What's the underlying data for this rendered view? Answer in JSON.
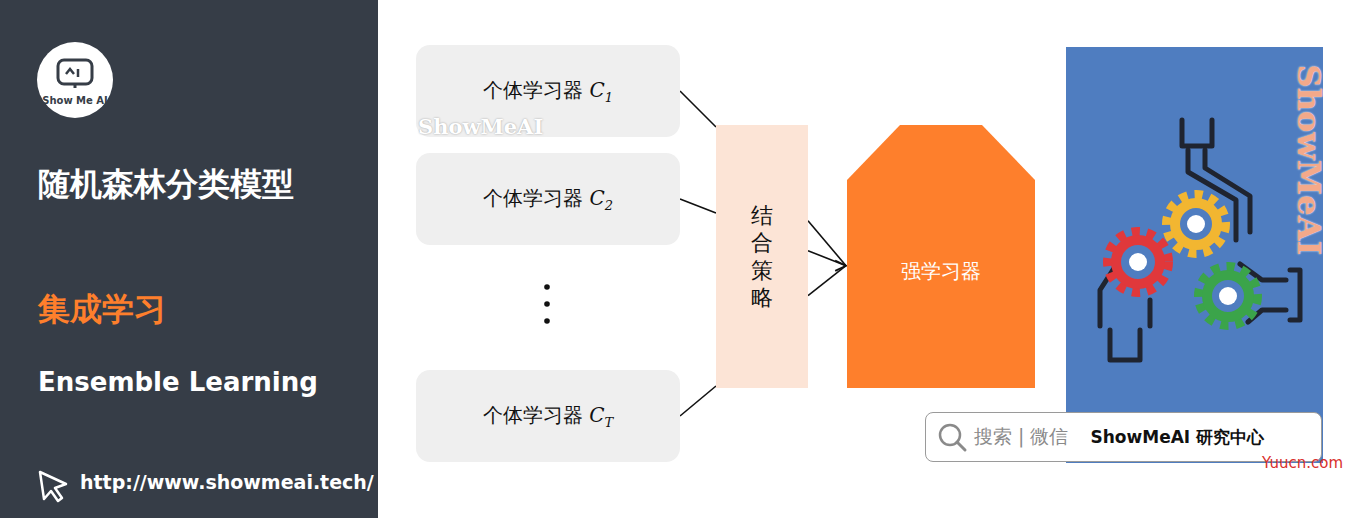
{
  "diagram": {
    "nodes": [
      {
        "text": [
          "个体学习器 C1"
        ]
      },
      {
        "text": [
          "个体学习器 C2"
        ]
      },
      {
        "text": [
          "个体学习器 CT"
        ]
      },
      {
        "text": [
          "结合策略"
        ]
      },
      {
        "text": [
          "强学习器"
        ]
      },
      {
        "text": [
          "搜索 | 微信",
          "ShowMeAI 研究中心"
        ]
      }
    ],
    "edges": [
      {
        "from": 0,
        "to": 3,
        "arrow": "none"
      },
      {
        "from": 1,
        "to": 3,
        "arrow": "none"
      },
      {
        "from": 2,
        "to": 3,
        "arrow": "none"
      },
      {
        "from": 3,
        "to": 4,
        "arrow": "to"
      }
    ],
    "labels": [
      "Show Me AI",
      "随机森林分类模型",
      "集成学习",
      "Ensemble Learning",
      "http://www.showmeai.tech/",
      "ShowMeAI",
      "ShowMeAI",
      "Yuucn.com"
    ]
  }
}
